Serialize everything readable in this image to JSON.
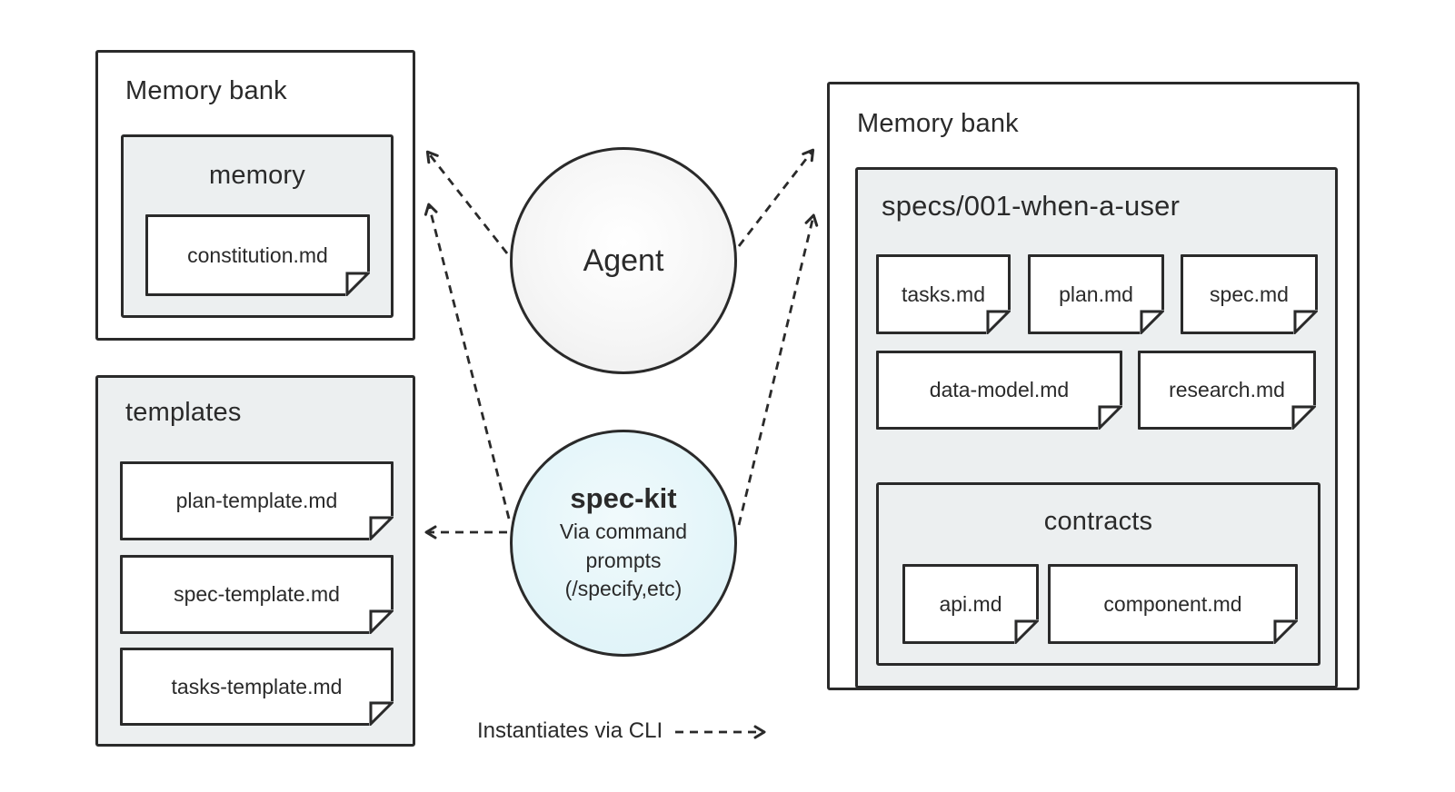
{
  "colors": {
    "background": "#ffffff",
    "ink": "#2a2a2a",
    "panel_grey": "#eceff0",
    "speckit_fill": "#e3f5f9",
    "agent_fill": "#f3f3f3"
  },
  "left_bank": {
    "title": "Memory bank",
    "memory": {
      "title": "memory",
      "file": "constitution.md"
    }
  },
  "templates": {
    "title": "templates",
    "files": [
      "plan-template.md",
      "spec-template.md",
      "tasks-template.md"
    ]
  },
  "agent": {
    "label": "Agent"
  },
  "speckit": {
    "title": "spec-kit",
    "subtitle": "Via command\nprompts\n(/specify,etc)"
  },
  "right_bank": {
    "title": "Memory bank",
    "specs": {
      "title": "specs/001-when-a-user",
      "row1": [
        "tasks.md",
        "plan.md",
        "spec.md"
      ],
      "row2": [
        "data-model.md",
        "research.md"
      ],
      "contracts": {
        "title": "contracts",
        "files": [
          "api.md",
          "component.md"
        ]
      }
    }
  },
  "cli": {
    "label": "Instantiates via CLI"
  }
}
